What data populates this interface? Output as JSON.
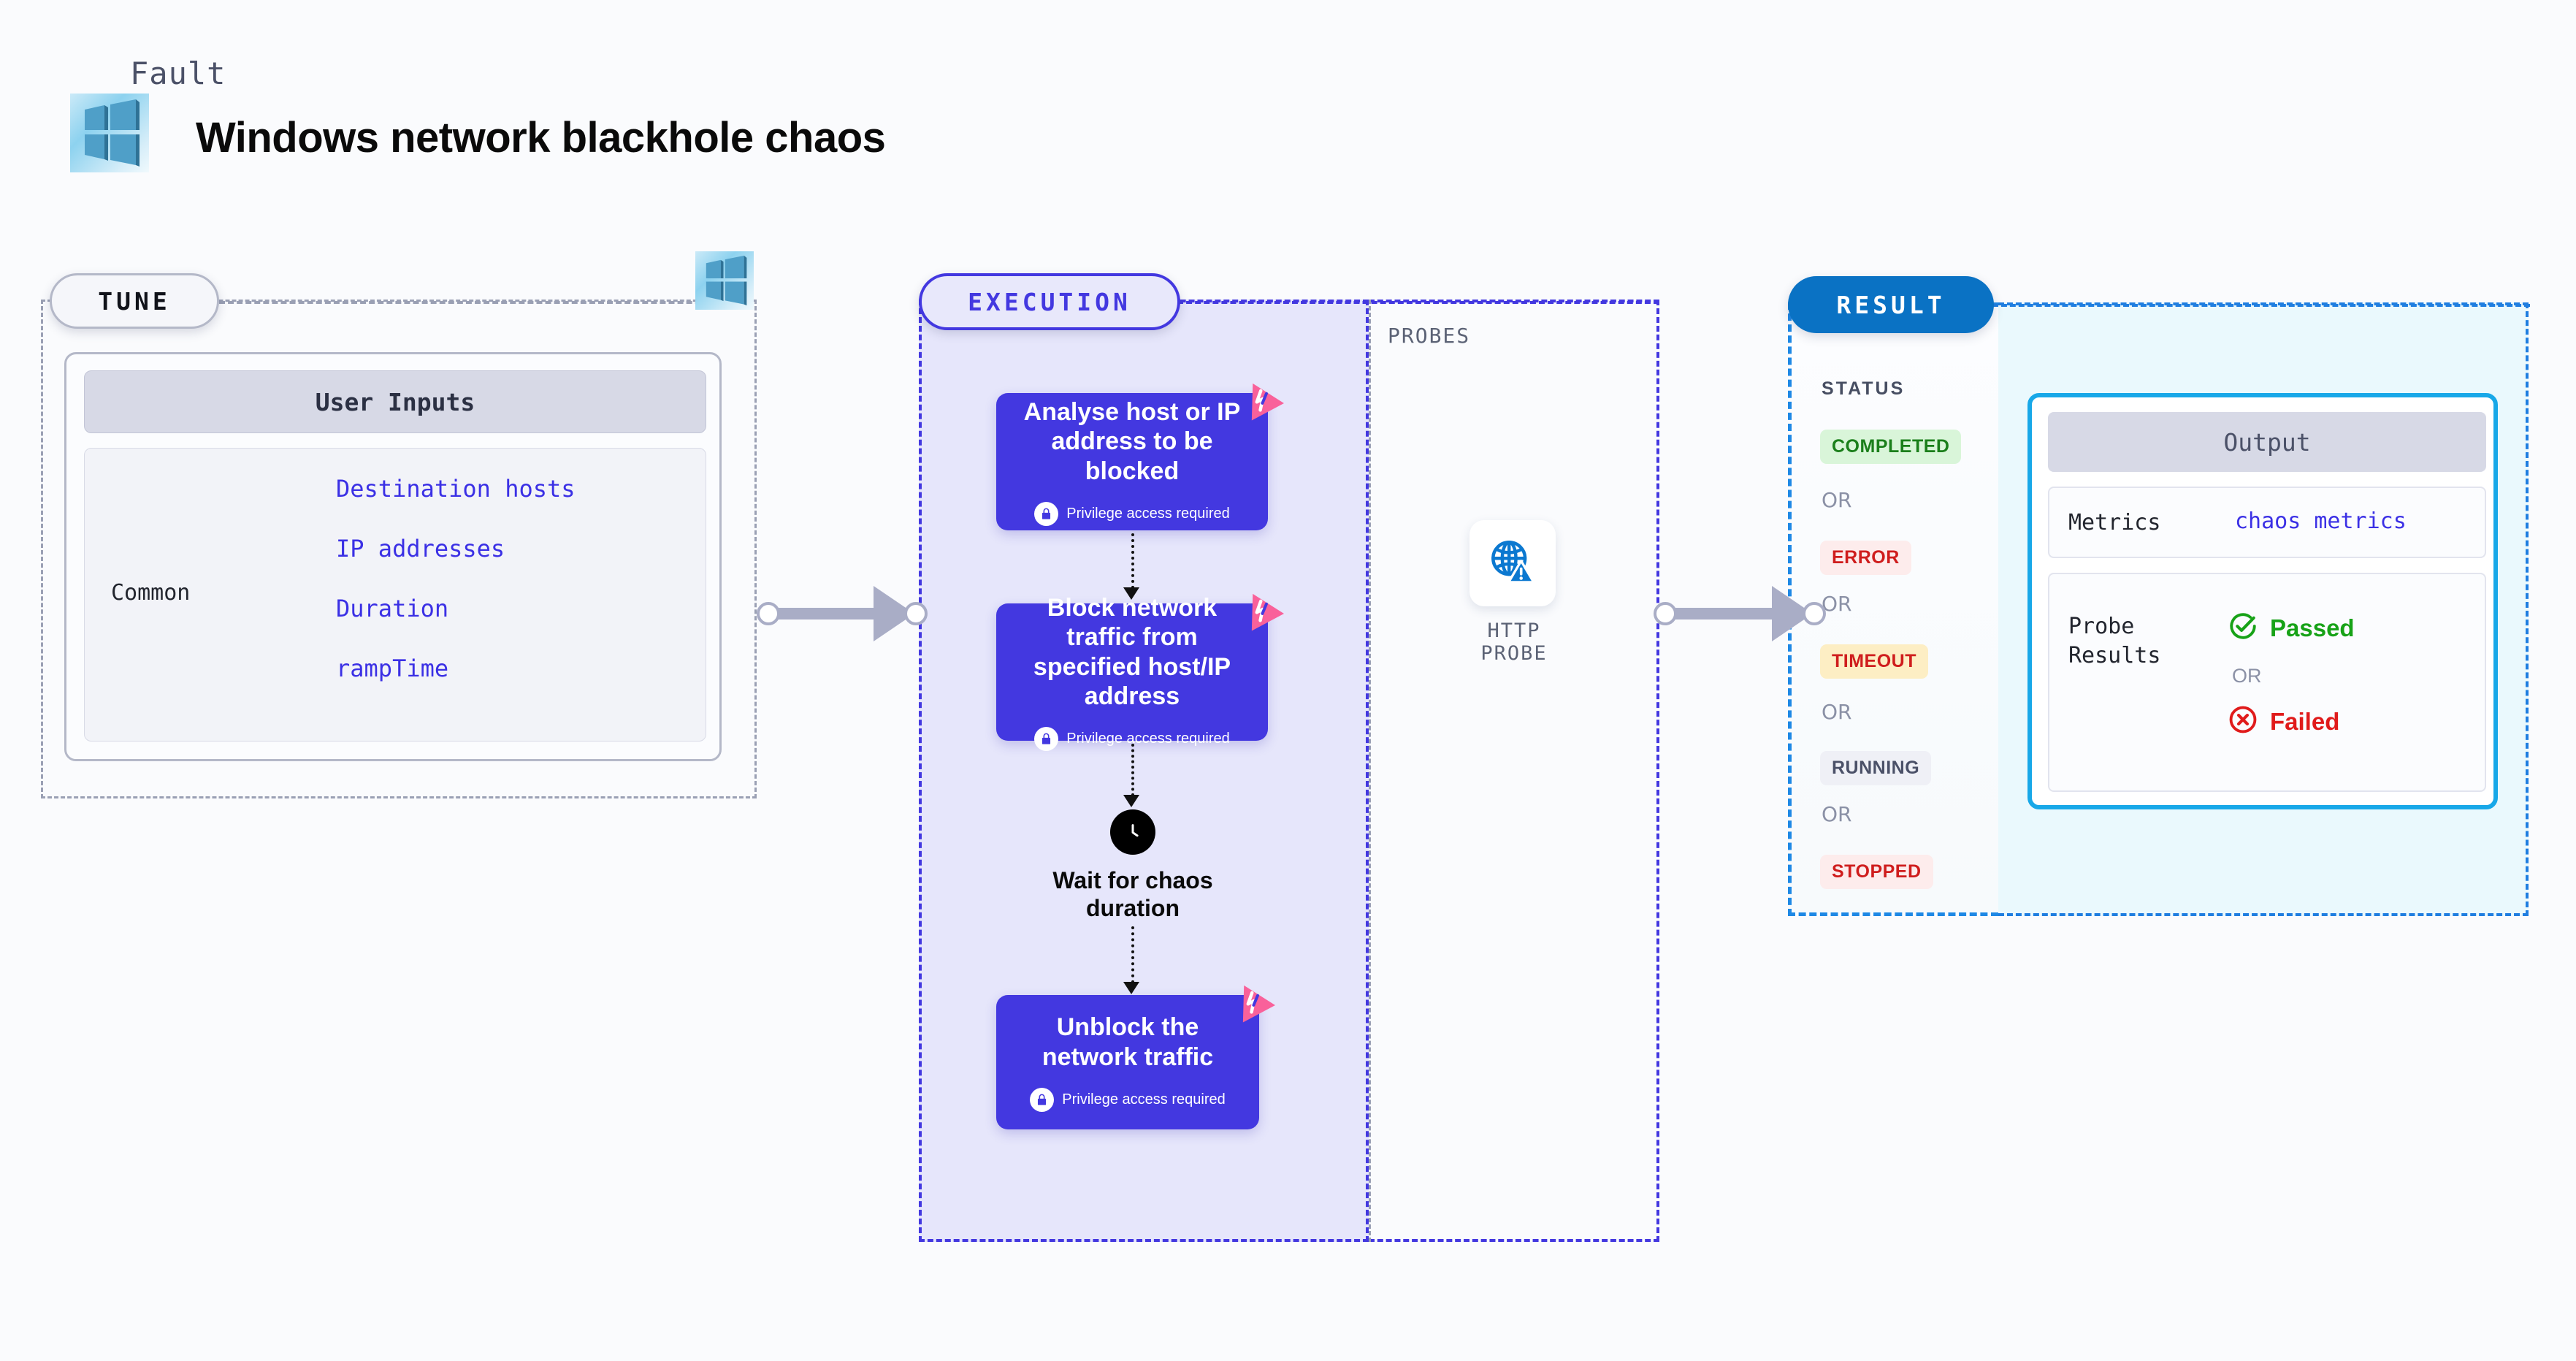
{
  "header": {
    "eyebrow": "Fault",
    "title": "Windows network blackhole chaos",
    "logo_icon": "windows-logo-icon"
  },
  "tune": {
    "label": "TUNE",
    "logo_icon": "windows-logo-icon",
    "user_inputs_header": "User Inputs",
    "group_label": "Common",
    "parameters": [
      "Destination hosts",
      "IP addresses",
      "Duration",
      "rampTime"
    ]
  },
  "execution": {
    "label": "EXECUTION",
    "privilege_note": "Privilege access required",
    "steps": [
      {
        "title": "Analyse host or IP address to be blocked",
        "privileged": true,
        "badge_icon": "litmus-chaos-icon"
      },
      {
        "title": "Block network traffic from specified host/IP address",
        "privileged": true,
        "badge_icon": "litmus-chaos-icon"
      },
      {
        "title": "Wait for chaos duration",
        "privileged": false,
        "icon": "clock-icon"
      },
      {
        "title": "Unblock the network traffic",
        "privileged": true,
        "badge_icon": "litmus-chaos-icon"
      }
    ]
  },
  "probes": {
    "label": "PROBES",
    "items": [
      {
        "name": "HTTP PROBE",
        "icon": "globe-warning-icon"
      }
    ]
  },
  "result": {
    "label": "RESULT",
    "status_label": "STATUS",
    "or_label": "OR",
    "statuses": [
      {
        "text": "COMPLETED",
        "bg": "#d9f5d9",
        "fg": "#1b7f1b"
      },
      {
        "text": "ERROR",
        "bg": "#fdecec",
        "fg": "#cf1d1d"
      },
      {
        "text": "TIMEOUT",
        "bg": "#fdeec4",
        "fg": "#cf1d1d"
      },
      {
        "text": "RUNNING",
        "bg": "#eff0f6",
        "fg": "#4b5168"
      },
      {
        "text": "STOPPED",
        "bg": "#fdecec",
        "fg": "#cf1d1d"
      }
    ],
    "output": {
      "header": "Output",
      "metrics_key": "Metrics",
      "metrics_value": "chaos metrics",
      "probe_results_key": "Probe Results",
      "probe_results_key_line1": "Probe",
      "probe_results_key_line2": "Results",
      "passed_label": "Passed",
      "failed_label": "Failed",
      "or_label": "OR"
    }
  },
  "colors": {
    "accent_purple": "#4338e0",
    "accent_blue": "#0a72c4",
    "accent_cyan": "#18a8e8",
    "pink_badge": "#f9619a",
    "green": "#17a217",
    "red": "#e01b1b",
    "page_bg": "#fafbfd"
  }
}
